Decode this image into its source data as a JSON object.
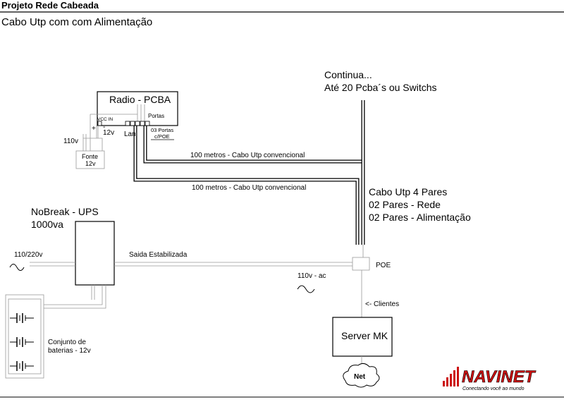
{
  "header": {
    "title": "Projeto Rede Cabeada",
    "subtitle": "Cabo Utp com com Alimentação"
  },
  "radio": {
    "title": "Radio - PCBA",
    "vcc_in": "VCC IN",
    "portas": "Portas",
    "plus": "+",
    "minus": "-",
    "voltage": "12v",
    "lan": "Lan",
    "poe_ports_line1": "03 Portas",
    "poe_ports_line2": "c/POE"
  },
  "fonte": {
    "supply_label": "110v",
    "line1": "Fonte",
    "line2": "12v"
  },
  "cables": {
    "upper": "100 metros - Cabo Utp convencional",
    "lower": "100 metros - Cabo Utp convencional"
  },
  "continua": {
    "line1": "Continua...",
    "line2": "Até  20 Pcba´s ou Switchs"
  },
  "utp_note": {
    "line1": "Cabo Utp 4 Pares",
    "line2": "02 Pares - Rede",
    "line3": "02 Pares - Alimentação"
  },
  "ups": {
    "line1": "NoBreak - UPS",
    "line2": "1000va",
    "input": "110/220v",
    "output": "Saida Estabilizada"
  },
  "poe": {
    "label": "POE",
    "ac": "110v - ac"
  },
  "clientes": "<- Clientes",
  "server": "Server MK",
  "net": "Net",
  "battery": {
    "line1": "Conjunto de",
    "line2": "baterias - 12v"
  },
  "logo": {
    "brand": "NAVINET",
    "slogan": "Conectando você ao mundo",
    "color": "#cc1111"
  }
}
